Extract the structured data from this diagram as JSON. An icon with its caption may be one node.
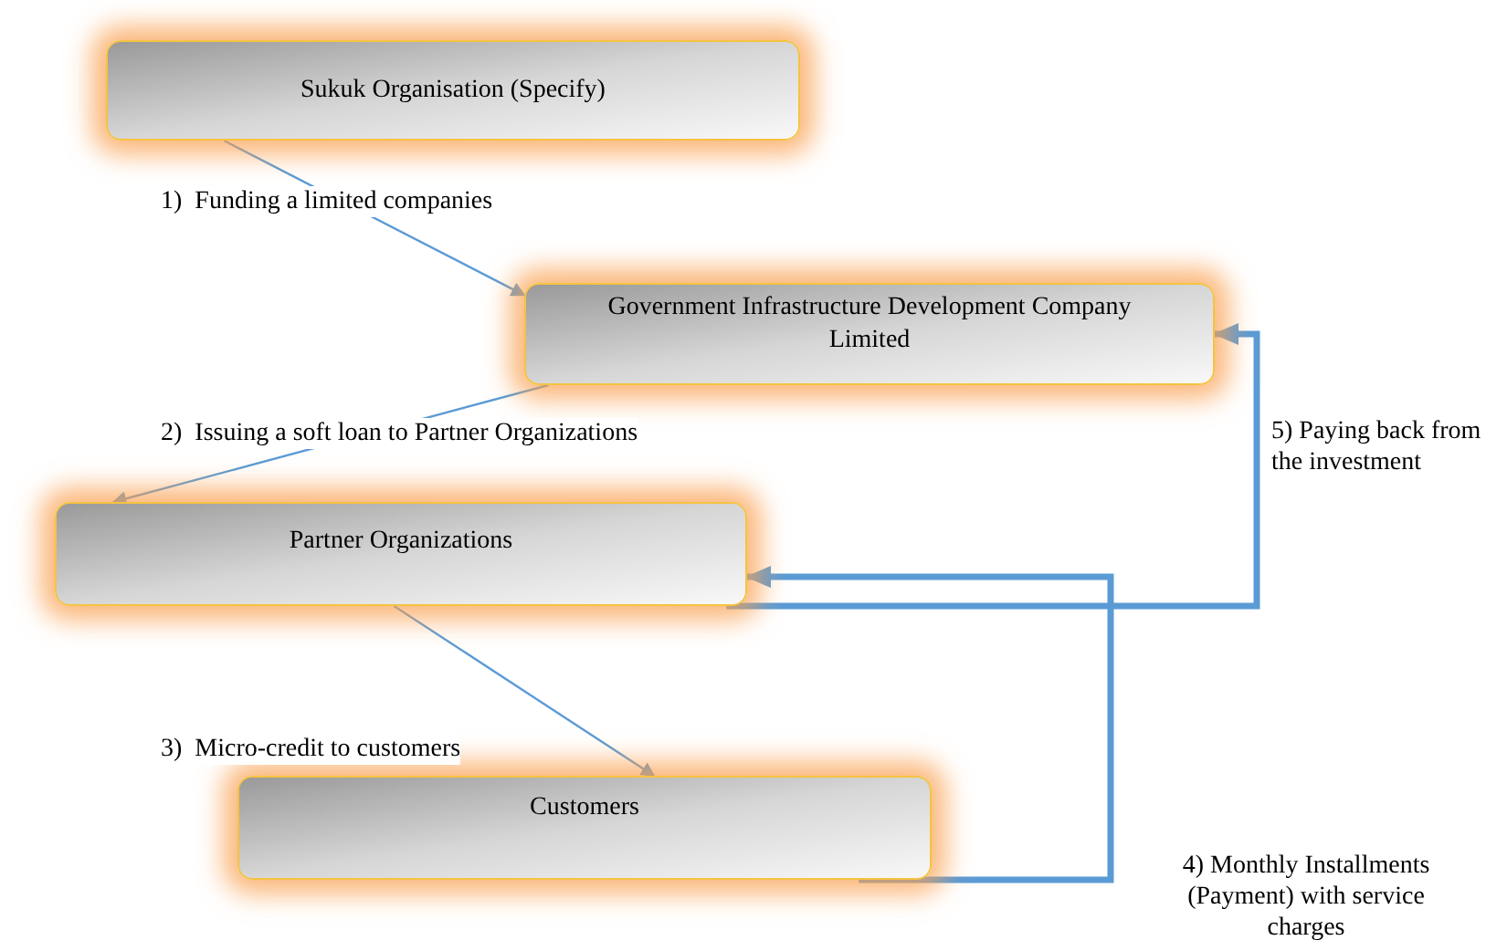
{
  "diagram": {
    "nodes": [
      {
        "text": [
          "Sukuk Organisation (Specify)"
        ]
      },
      {
        "text": [
          "Government Infrastructure Development Company Limited"
        ]
      },
      {
        "text": [
          "Partner Organizations"
        ]
      },
      {
        "text": [
          "Customers"
        ]
      }
    ],
    "edges": [
      {
        "from": 0,
        "to": 1,
        "arrow": "to",
        "label": "1)  Funding a limited companies"
      },
      {
        "from": 1,
        "to": 2,
        "arrow": "to",
        "label": "2)  Issuing a soft loan to Partner Organizations"
      },
      {
        "from": 2,
        "to": 3,
        "arrow": "to",
        "label": "3)  Micro-credit to customers"
      },
      {
        "from": 3,
        "to": 2,
        "arrow": "to",
        "label": "4) Monthly Installments (Payment) with service charges",
        "style": "thick"
      },
      {
        "from": 2,
        "to": 1,
        "arrow": "to",
        "label": "5) Paying back from the investment",
        "style": "thick"
      }
    ]
  }
}
